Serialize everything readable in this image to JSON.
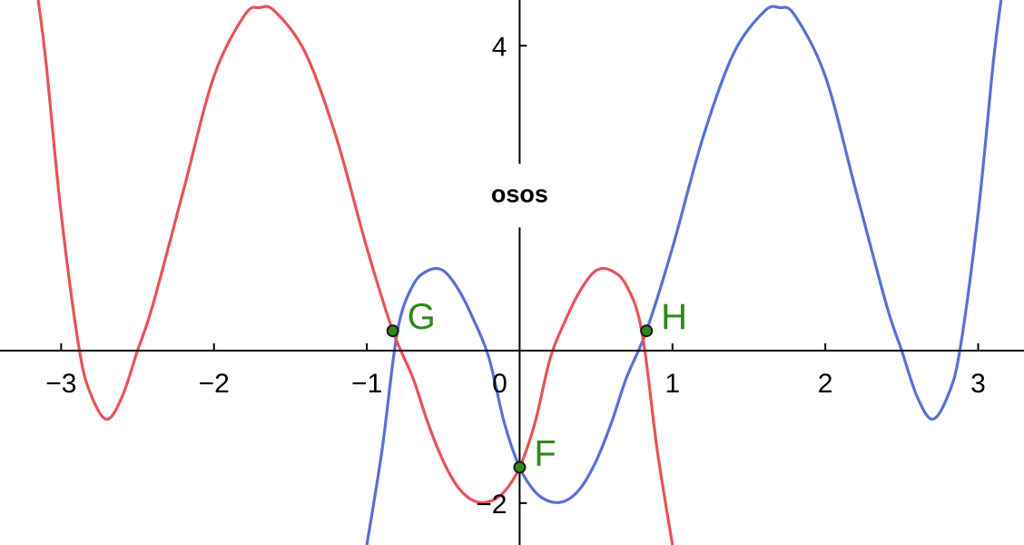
{
  "chart_data": {
    "type": "line",
    "title": "",
    "xlabel": "",
    "ylabel": "",
    "xlim": [
      -3.4,
      3.3
    ],
    "ylim": [
      -2.55,
      4.6
    ],
    "x_ticks": [
      -3,
      -2,
      -1,
      0,
      1,
      2,
      3
    ],
    "x_tick_labels": [
      "−3",
      "−2",
      "−1",
      "0",
      "1",
      "2",
      "3"
    ],
    "y_ticks": [
      -2,
      4
    ],
    "y_tick_labels": [
      "−2",
      "4"
    ],
    "grid": false,
    "annotation": "osos",
    "series": [
      {
        "color": "#5b6fd6",
        "points": [
          [
            -1.0,
            -2.55
          ],
          [
            -0.9,
            -1.3
          ],
          [
            -0.8,
            0.25
          ],
          [
            -0.7,
            0.85
          ],
          [
            -0.6,
            1.05
          ],
          [
            -0.5,
            1.05
          ],
          [
            -0.4,
            0.8
          ],
          [
            -0.3,
            0.4
          ],
          [
            -0.2,
            -0.1
          ],
          [
            -0.1,
            -0.95
          ],
          [
            0.0,
            -1.53
          ],
          [
            0.1,
            -1.85
          ],
          [
            0.2,
            -1.98
          ],
          [
            0.3,
            -1.97
          ],
          [
            0.4,
            -1.8
          ],
          [
            0.5,
            -1.45
          ],
          [
            0.6,
            -0.95
          ],
          [
            0.7,
            -0.35
          ],
          [
            0.83,
            0.26
          ],
          [
            1.0,
            1.35
          ],
          [
            1.2,
            2.8
          ],
          [
            1.4,
            3.9
          ],
          [
            1.6,
            4.45
          ],
          [
            1.7,
            4.5
          ],
          [
            1.8,
            4.4
          ],
          [
            2.0,
            3.6
          ],
          [
            2.2,
            2.1
          ],
          [
            2.4,
            0.6
          ],
          [
            2.5,
            0.0
          ],
          [
            2.6,
            -0.6
          ],
          [
            2.7,
            -0.9
          ],
          [
            2.8,
            -0.6
          ],
          [
            2.88,
            0.0
          ],
          [
            3.0,
            1.8
          ],
          [
            3.1,
            3.8
          ],
          [
            3.15,
            4.6
          ]
        ]
      },
      {
        "color": "#e8525a",
        "points": [
          [
            -3.15,
            4.6
          ],
          [
            -3.1,
            3.8
          ],
          [
            -3.0,
            1.8
          ],
          [
            -2.88,
            0.0
          ],
          [
            -2.8,
            -0.6
          ],
          [
            -2.7,
            -0.9
          ],
          [
            -2.6,
            -0.6
          ],
          [
            -2.5,
            0.0
          ],
          [
            -2.4,
            0.6
          ],
          [
            -2.2,
            2.1
          ],
          [
            -2.0,
            3.6
          ],
          [
            -1.8,
            4.4
          ],
          [
            -1.7,
            4.5
          ],
          [
            -1.6,
            4.45
          ],
          [
            -1.4,
            3.9
          ],
          [
            -1.2,
            2.8
          ],
          [
            -1.0,
            1.35
          ],
          [
            -0.83,
            0.26
          ],
          [
            -0.7,
            -0.35
          ],
          [
            -0.6,
            -0.95
          ],
          [
            -0.5,
            -1.45
          ],
          [
            -0.4,
            -1.8
          ],
          [
            -0.3,
            -1.97
          ],
          [
            -0.2,
            -1.98
          ],
          [
            -0.1,
            -1.85
          ],
          [
            0.0,
            -1.53
          ],
          [
            0.1,
            -0.95
          ],
          [
            0.2,
            -0.1
          ],
          [
            0.3,
            0.4
          ],
          [
            0.4,
            0.8
          ],
          [
            0.5,
            1.05
          ],
          [
            0.6,
            1.05
          ],
          [
            0.7,
            0.85
          ],
          [
            0.8,
            0.25
          ],
          [
            0.9,
            -1.3
          ],
          [
            1.0,
            -2.55
          ]
        ]
      }
    ],
    "points": [
      {
        "label": "G",
        "x": -0.83,
        "y": 0.26
      },
      {
        "label": "H",
        "x": 0.83,
        "y": 0.26
      },
      {
        "label": "F",
        "x": 0.0,
        "y": -1.53
      }
    ],
    "point_color": "#2e8a14"
  }
}
